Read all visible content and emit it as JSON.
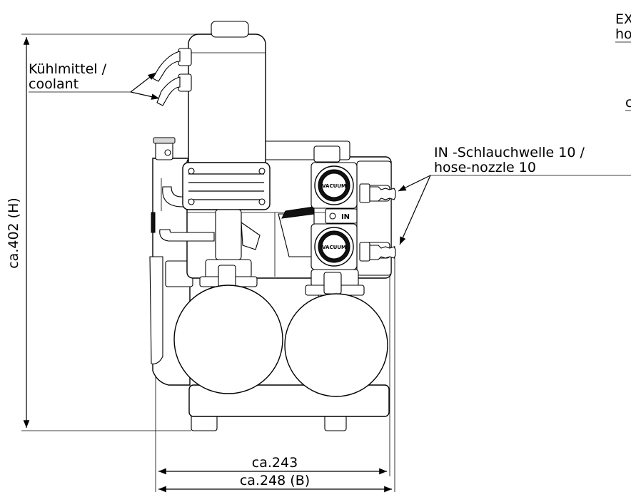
{
  "labels": {
    "coolant_line1": "Kühlmittel /",
    "coolant_line2": "coolant",
    "ex_line1": "EX",
    "ex_line2": "ho",
    "cut_fragment": "c",
    "in_line1": "IN -Schlauchwelle 10 /",
    "in_line2": "hose-nozzle 10",
    "vacuum_upper": "VACUUM",
    "vacuum_lower": "VACUUM",
    "panel_in": "IN"
  },
  "dimensions": {
    "height": "ca.402 (H)",
    "width_inner": "ca.243",
    "width_outer": "ca.248 (B)"
  }
}
